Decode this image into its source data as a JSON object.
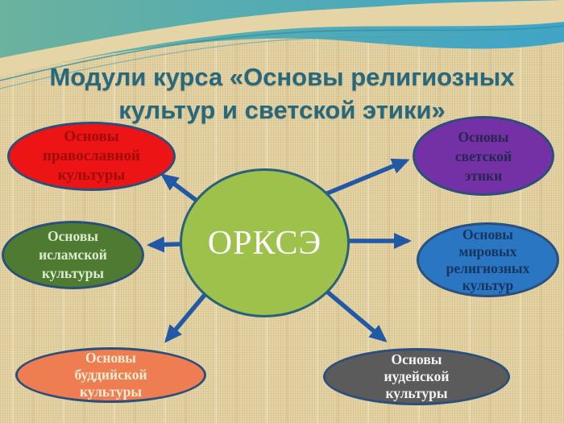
{
  "slide": {
    "title": "Модули курса «Основы религиозных\nкультур и светской этики»",
    "title_color": "#26697e"
  },
  "center": {
    "label": "ОРКСЭ",
    "fill": "#9ec14c",
    "text_color": "#ffffff"
  },
  "nodes": [
    {
      "id": "orthodox",
      "position": "top-left",
      "label": "Основы\nправославной\nкультуры",
      "fill": "#ec1414",
      "text_color": "#9e0c0c"
    },
    {
      "id": "secular",
      "position": "top-right",
      "label": "Основы\nсветской\nэтики",
      "fill": "#7331a5",
      "text_color": "#26264e"
    },
    {
      "id": "islamic",
      "position": "middle-left",
      "label": "Основы\nисламской\nкультуры",
      "fill": "#4e7b31",
      "text_color": "#dcebd1"
    },
    {
      "id": "world",
      "position": "middle-right",
      "label": "Основы\nмировых\nрелигиозных\nкультур",
      "fill": "#2b76c3",
      "text_color": "#16355e"
    },
    {
      "id": "buddhist",
      "position": "bottom-left",
      "label": "Основы\nбуддийской\nкультуры",
      "fill": "#ee7d52",
      "text_color": "#f7ecd2"
    },
    {
      "id": "jewish",
      "position": "bottom-right",
      "label": "Основы\nиудейской\nкультуры",
      "fill": "#5b5b5b",
      "text_color": "#f4f4f4"
    }
  ],
  "colors": {
    "background": "#e5d4a6",
    "node_border": "#2a4f7c",
    "center_border": "#29617b",
    "arrow": "#2159a6",
    "wave_teal_green": "#6cb29d",
    "wave_cyan": "#3fa4c8",
    "wave_accent_line": "#2f8fa0"
  }
}
